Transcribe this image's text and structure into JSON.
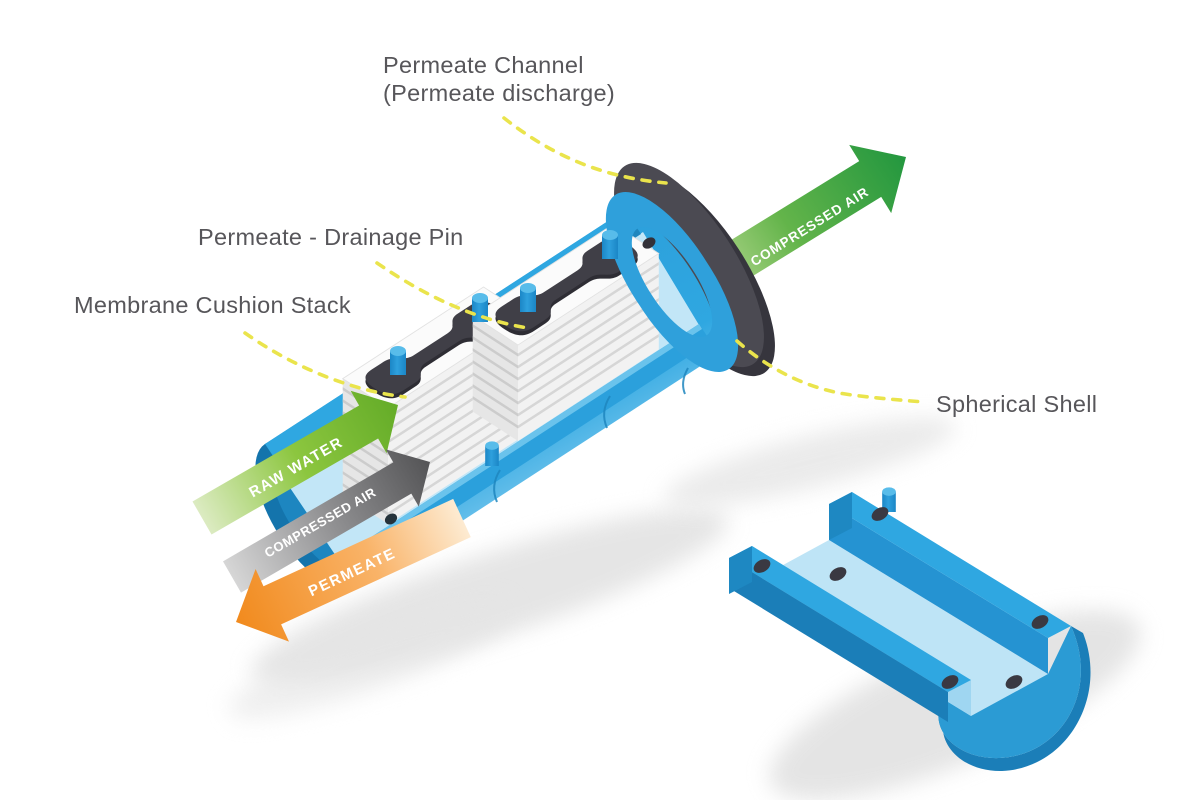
{
  "labels": {
    "permeate_channel_line1": "Permeate Channel",
    "permeate_channel_line2": "(Permeate discharge)",
    "drainage_pin": "Permeate - Drainage Pin",
    "membrane_stack": "Membrane Cushion Stack",
    "spherical_shell": "Spherical Shell"
  },
  "flow_arrows": {
    "compressed_air_out": "COMPRESSED AIR",
    "raw_water": "RAW WATER",
    "compressed_air_in": "COMPRESSED AIR",
    "permeate": "PERMEATE"
  },
  "colors": {
    "shell_blue": "#2FA7E1",
    "shell_dark_blue": "#1B7EB8",
    "shell_light_blue": "#BEE4F6",
    "end_cap_blue": "#1474AC",
    "disc_gray": "#4A4951",
    "plate_charcoal": "#403F47",
    "stack_white": "#F4F4F4",
    "leader_yellow": "#EAE44C",
    "label_gray": "#57565A",
    "green_arrow": "#64AC28",
    "gray_arrow": "#545456",
    "orange_arrow": "#F18A1D"
  }
}
